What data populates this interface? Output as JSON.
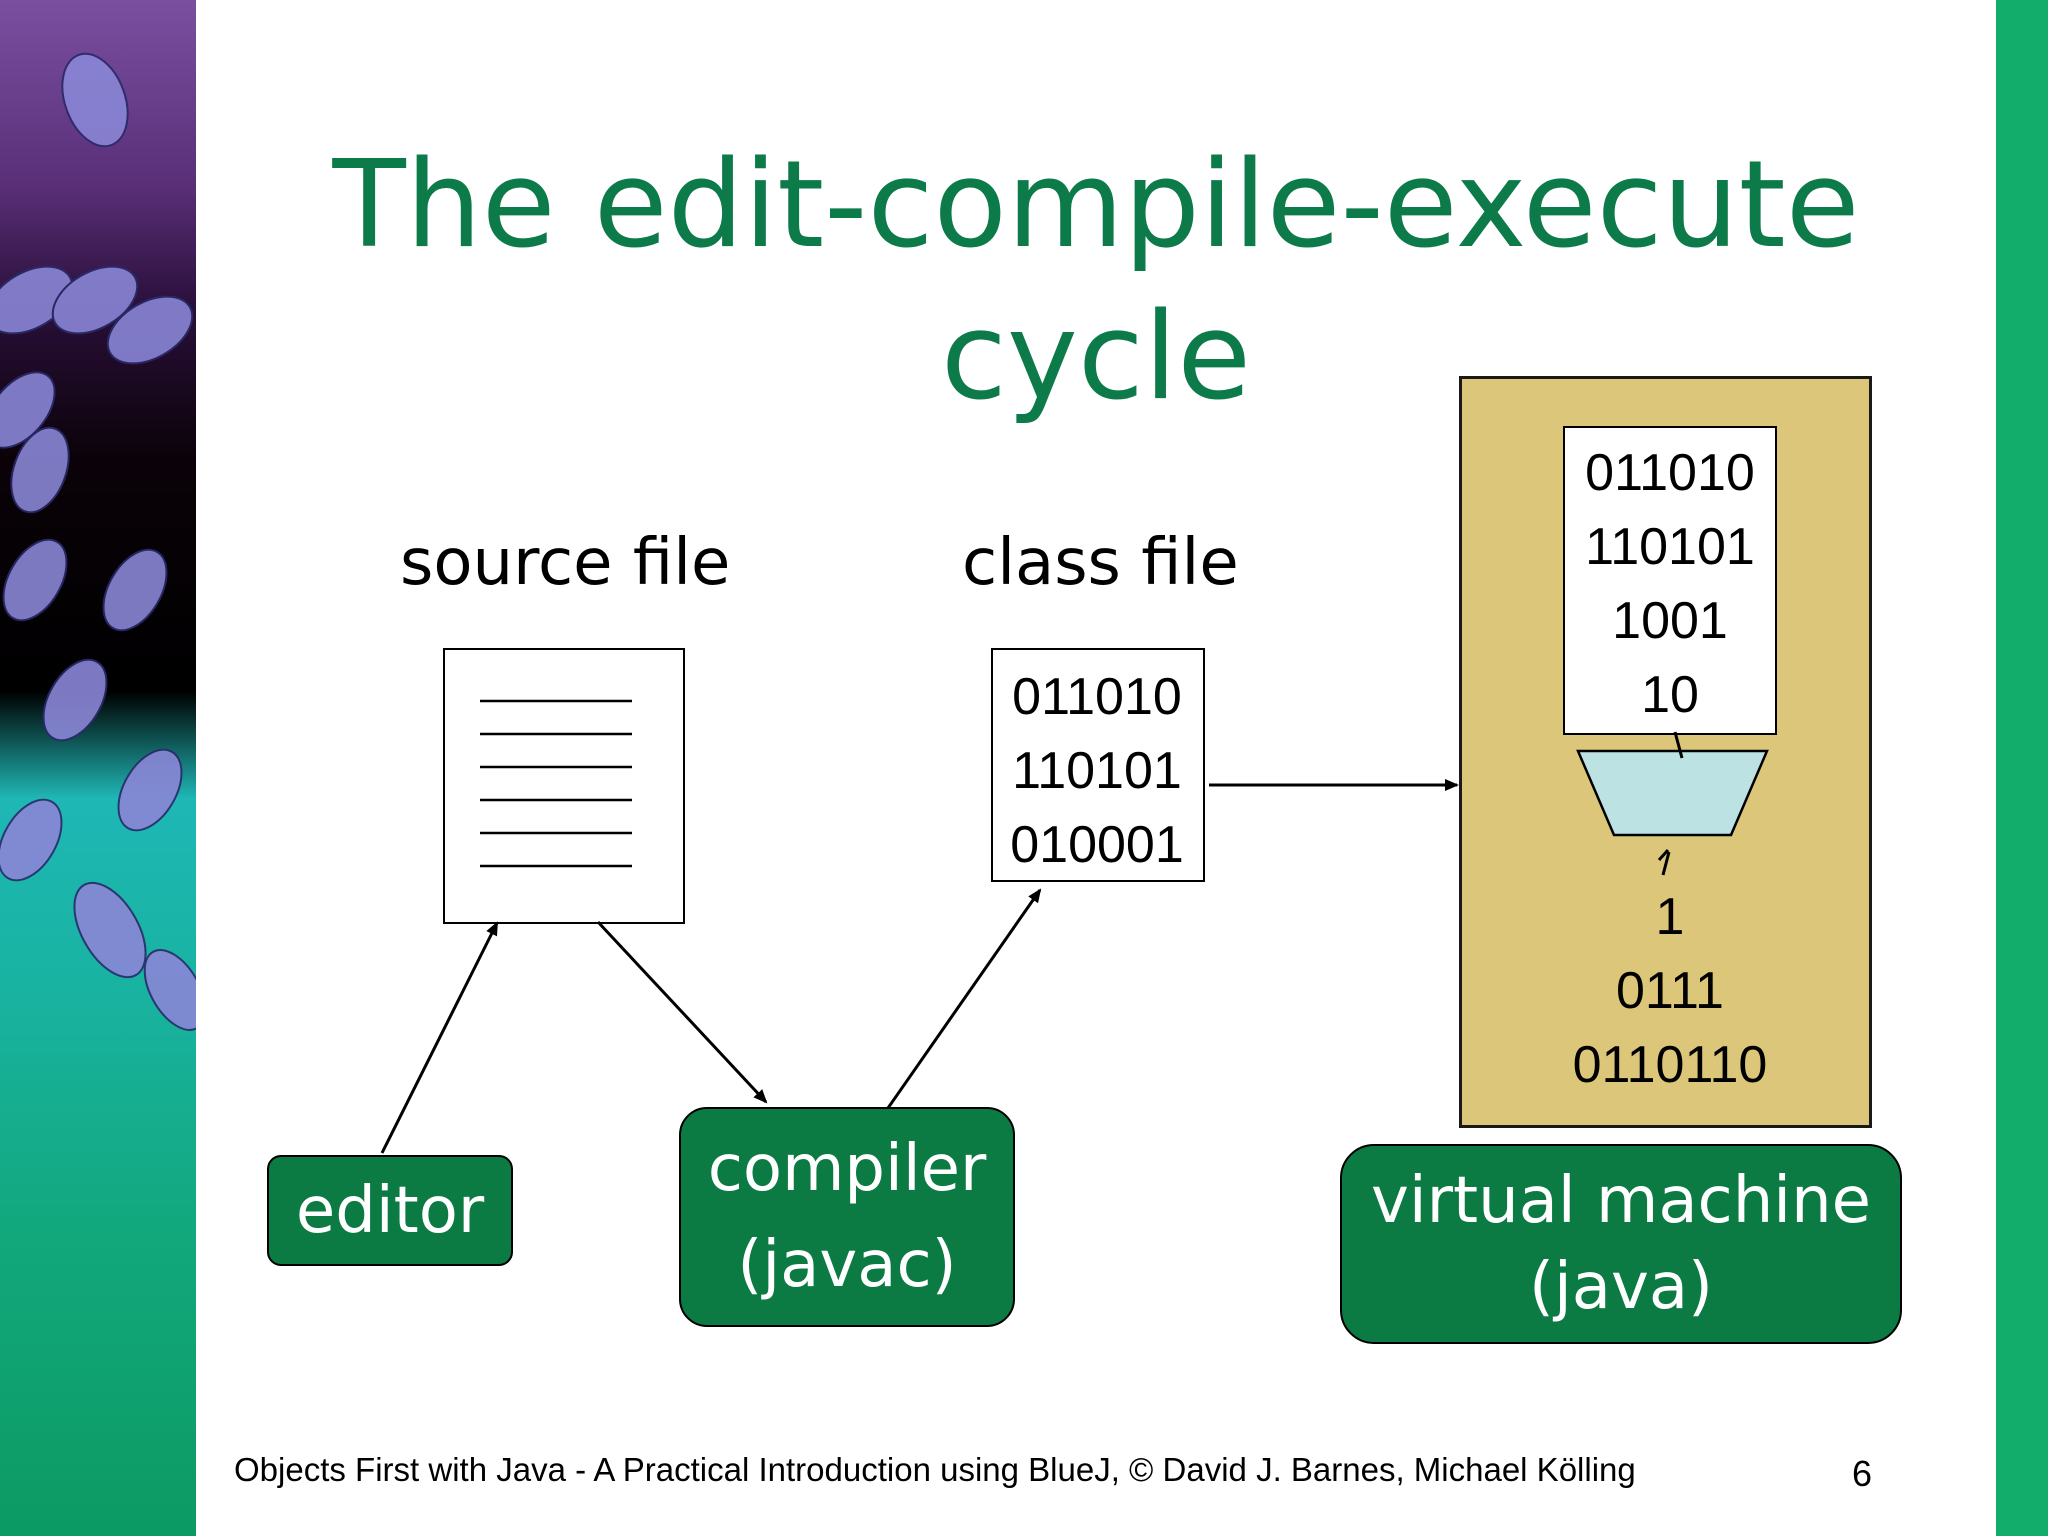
{
  "slide": {
    "title_line1": "The edit-compile-execute",
    "title_line2": "cycle",
    "footer": "Objects First with Java - A Practical Introduction using BlueJ, © David J. Barnes, Michael Kölling",
    "page_number": "6"
  },
  "diagram": {
    "source_file_label": "source file",
    "class_file_label": "class file",
    "class_file_bits": [
      "011010",
      "110101",
      "010001"
    ],
    "vm_input_bits": [
      "011010",
      "110101",
      "1001",
      "10"
    ],
    "vm_output_bits": [
      "1",
      "0111",
      "0110110"
    ],
    "editor_label": "editor",
    "compiler_label": "compiler",
    "compiler_sub": "(javac)",
    "vm_label": "virtual machine",
    "vm_sub": "(java)"
  },
  "colors": {
    "title_green": "#0d7a4a",
    "tool_green": "#0c7a43",
    "vm_background": "#dcc679",
    "funnel_fill": "#bde2e3"
  }
}
